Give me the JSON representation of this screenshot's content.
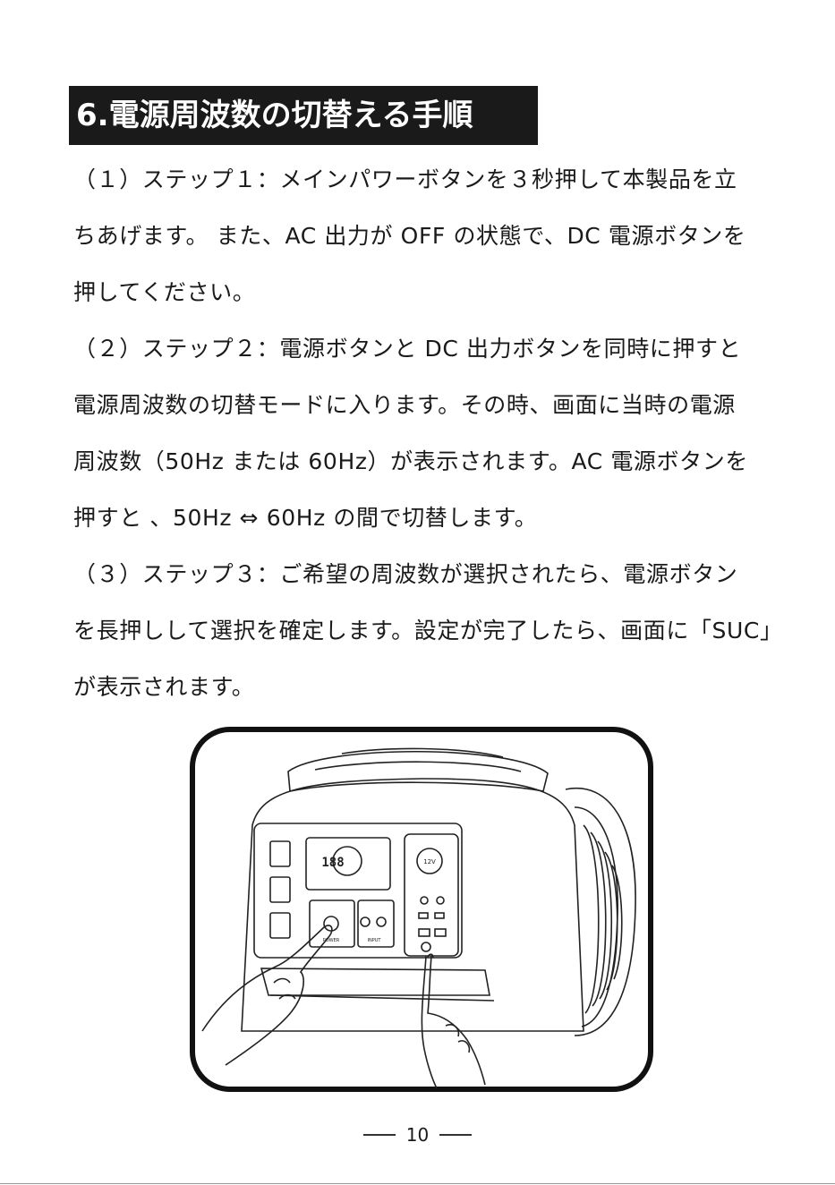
{
  "section": {
    "title": "6.電源周波数の切替える手順"
  },
  "body_lines": [
    "（１）ステップ１：メインパワーボタンを３秒押して本製品を立",
    "ちあげます。 また、AC 出力が OFF の状態で、DC 電源ボタンを",
    "押してください。",
    "（２）ステップ２：電源ボタンと DC 出力ボタンを同時に押すと",
    "電源周波数の切替モードに入ります。その時、画面に当時の電源",
    "周波数（50Hz または 60Hz）が表示されます。AC 電源ボタンを",
    "押すと 、50Hz ⇔ 60Hz の間で切替します。",
    "（３）ステップ３：ご希望の周波数が選択されたら、電源ボタン",
    "を長押しして選択を確定します。設定が完了したら、画面に「SUC」",
    "が表示されます。"
  ],
  "illustration": {
    "display_digits": "188",
    "panel_label_power": "POWER",
    "panel_label_input": "INPUT",
    "port_label_12v": "12V"
  },
  "footer": {
    "page_number": "10"
  }
}
